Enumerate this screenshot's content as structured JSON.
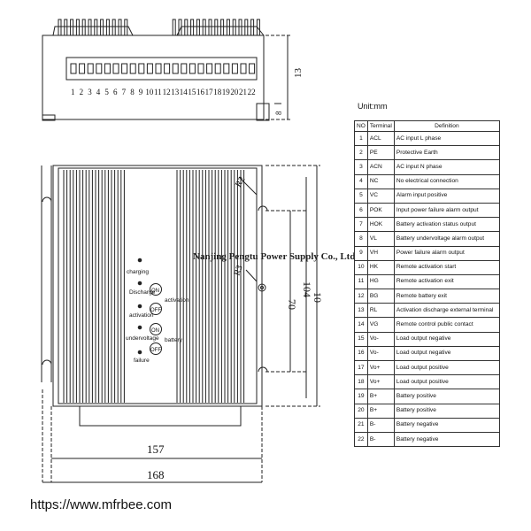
{
  "front_view": {
    "terminal_numbers": [
      "1",
      "2",
      "3",
      "4",
      "5",
      "6",
      "7",
      "8",
      "9",
      "10",
      "11",
      "12",
      "13",
      "14",
      "15",
      "16",
      "17",
      "18",
      "19",
      "20",
      "21",
      "22"
    ],
    "dim_height": "13",
    "dim_foot": "8"
  },
  "main_view": {
    "panel_labels": {
      "charging": "charging",
      "discharge": "Discharge",
      "activation": "activation",
      "activation2": "activation",
      "undervoltage": "undervoltage",
      "battery": "battery",
      "failure": "failure",
      "on1": "ON",
      "off1": "OFF",
      "on2": "ON",
      "off2": "OFF"
    },
    "dims": {
      "width_inner": "157",
      "width_outer": "168",
      "height_70": "70",
      "height_104": "104",
      "height_outer": "10",
      "r2": "R2",
      "r3": "R3"
    }
  },
  "watermark": "Nanjing Pengtu Power Supply Co., Ltd",
  "table": {
    "unit": "Unit:mm",
    "headers": [
      "NO",
      "Terminal",
      "Definition"
    ],
    "rows": [
      [
        "1",
        "ACL",
        "AC input L phase"
      ],
      [
        "2",
        "PE",
        "Protective Earth"
      ],
      [
        "3",
        "ACN",
        "AC input N phase"
      ],
      [
        "4",
        "NC",
        "No electrical connection"
      ],
      [
        "5",
        "VC",
        "Alarm input positive"
      ],
      [
        "6",
        "POK",
        "Input power failure alarm output"
      ],
      [
        "7",
        "HOK",
        "Battery activation status output"
      ],
      [
        "8",
        "VL",
        "Battery undervoltage alarm output"
      ],
      [
        "9",
        "VH",
        "Power failure alarm output"
      ],
      [
        "10",
        "HK",
        "Remote activation start"
      ],
      [
        "11",
        "HG",
        "Remote activation exit"
      ],
      [
        "12",
        "BG",
        "Remote battery exit"
      ],
      [
        "13",
        "RL",
        "Activation discharge external terminal"
      ],
      [
        "14",
        "VG",
        "Remote control public contact"
      ],
      [
        "15",
        "Vo-",
        "Load output negative"
      ],
      [
        "16",
        "Vo-",
        "Load output negative"
      ],
      [
        "17",
        "Vo+",
        "Load output positive"
      ],
      [
        "18",
        "Vo+",
        "Load output positive"
      ],
      [
        "19",
        "B+",
        "Battery positive"
      ],
      [
        "20",
        "B+",
        "Battery positive"
      ],
      [
        "21",
        "B-",
        "Battery negative"
      ],
      [
        "22",
        "B-",
        "Battery negative"
      ]
    ]
  },
  "footer": "https://www.mfrbee.com"
}
